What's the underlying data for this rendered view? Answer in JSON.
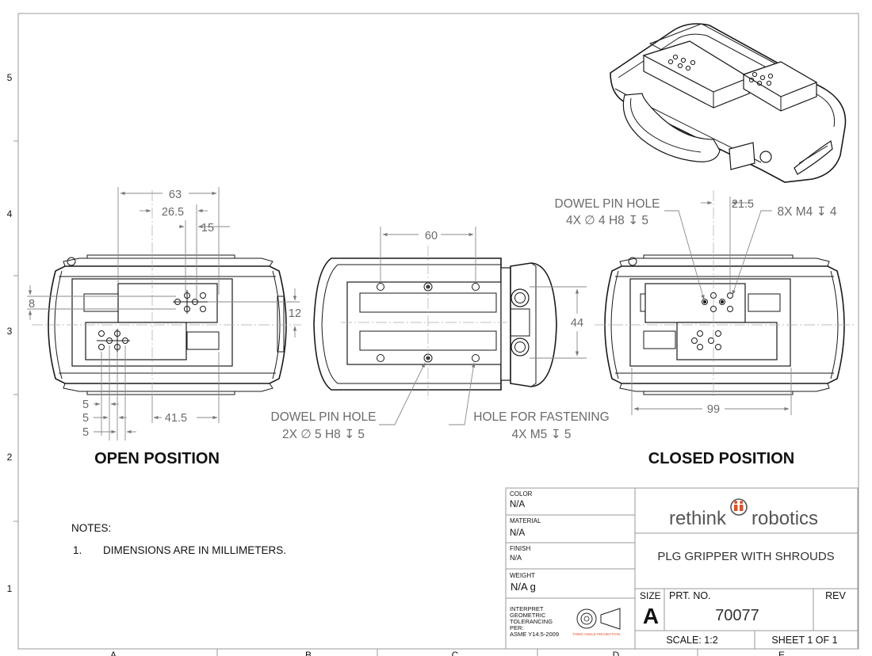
{
  "border": {
    "row_labels": [
      "5",
      "4",
      "3",
      "2",
      "1"
    ],
    "column_labels": [
      "A",
      "B",
      "C",
      "D",
      "E"
    ]
  },
  "views": {
    "open": {
      "title": "OPEN POSITION",
      "dims": {
        "d63": "63",
        "d26_5": "26.5",
        "d15": "15",
        "d8": "8",
        "d12": "12",
        "d5a": "5",
        "d5b": "5",
        "d5c": "5",
        "d41_5": "41.5"
      }
    },
    "front": {
      "dims": {
        "d60": "60",
        "d44": "44"
      },
      "dowel_note": {
        "line1": "DOWEL PIN HOLE",
        "line2": "2X  ∅ 5 H8 ↧ 5"
      },
      "fasten_note": {
        "line1": "HOLE FOR FASTENING",
        "line2": "4X M5 ↧ 5"
      }
    },
    "closed": {
      "title": "CLOSED POSITION",
      "dims": {
        "d21_5": "21.5",
        "d99": "99"
      },
      "dowel_note": {
        "line1": "DOWEL PIN HOLE",
        "line2": "4X ∅ 4 H8 ↧ 5"
      },
      "thread_note": "8X M4 ↧ 4"
    }
  },
  "notes": {
    "heading": "NOTES:",
    "items": [
      {
        "num": "1.",
        "text": "DIMENSIONS ARE IN MILLIMETERS."
      }
    ]
  },
  "title_block": {
    "color_label": "COLOR",
    "color_value": "N/A",
    "material_label": "MATERIAL",
    "material_value": "N/A",
    "finish_label": "FINISH",
    "finish_value": "N/A",
    "weight_label": "WEIGHT",
    "weight_value": "N/A g",
    "tolerancing": [
      "INTERPRET",
      "GEOMETRIC",
      "TOLERANCING",
      "PER:",
      "ASME Y14.5-2009"
    ],
    "projection_label": "THIRD ANGLE PROJECTION",
    "company_left": "rethink",
    "company_right": "robotics",
    "title": "PLG GRIPPER WITH SHROUDS",
    "size_label": "SIZE",
    "size_value": "A",
    "part_no_label": "PRT. NO.",
    "part_no_value": "70077",
    "rev_label": "REV",
    "scale": "SCALE: 1:2",
    "sheet": "SHEET 1 OF 1"
  },
  "colors": {
    "line": "#1a1a1a",
    "dimension": "#6b6b6b",
    "accent": "#e0502a"
  }
}
